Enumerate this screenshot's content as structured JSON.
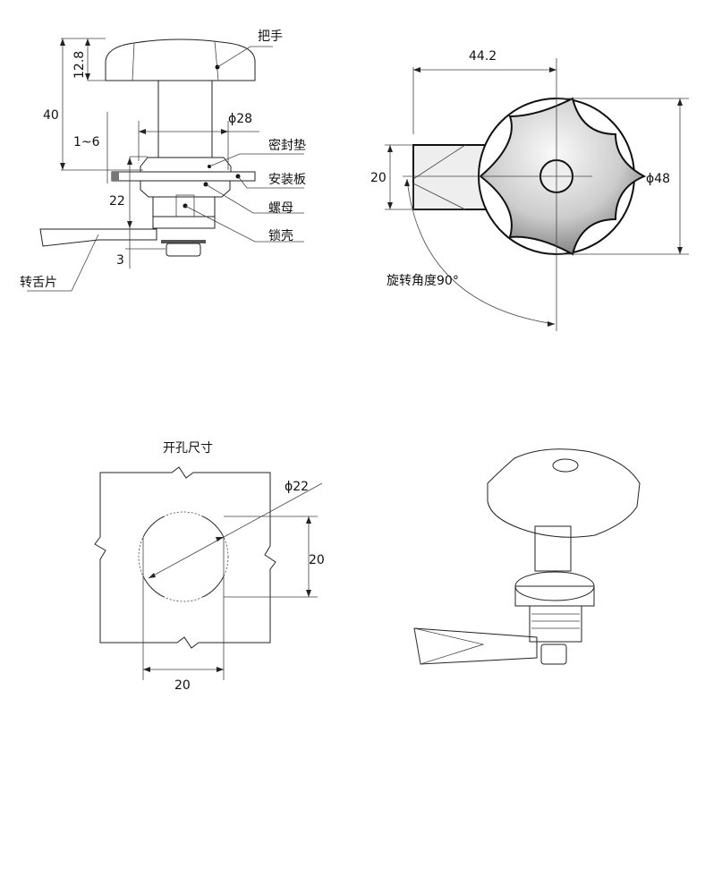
{
  "side_view": {
    "labels": {
      "handle": "把手",
      "seal": "密封垫",
      "mount_plate": "安装板",
      "nut": "螺母",
      "lock_body": "锁壳",
      "cam": "转舌片"
    },
    "dims": {
      "knob_height": "12.8",
      "total_height": "40",
      "panel_thickness": "1~6",
      "seal_dia": "ϕ28",
      "body_length": "22",
      "cam_thickness": "3"
    }
  },
  "top_view": {
    "dims": {
      "cam_length": "44.2",
      "cam_width": "20",
      "knob_dia": "ϕ48"
    },
    "rotation_label": "旋转角度90°"
  },
  "cutout": {
    "title": "开孔尺寸",
    "dims": {
      "hole_dia": "ϕ22",
      "flat_vertical": "20",
      "flat_horizontal": "20"
    }
  }
}
